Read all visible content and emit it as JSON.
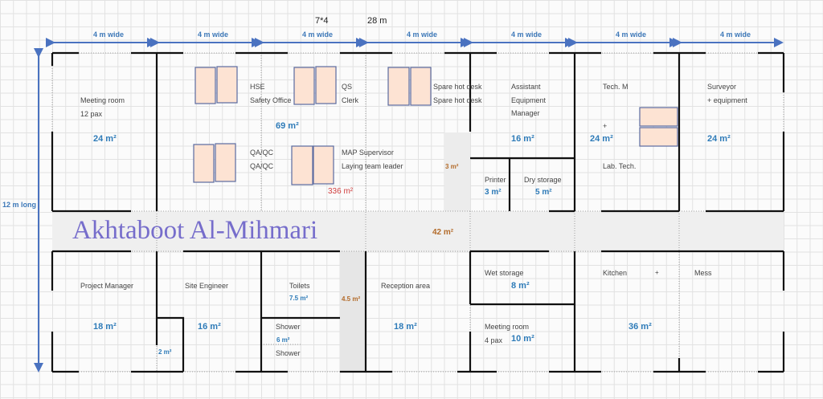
{
  "header": {
    "formula": "7*4",
    "total_length": "28 m"
  },
  "dimensions": {
    "width_labels": [
      "4 m wide",
      "4 m wide",
      "4 m wide",
      "4 m wide",
      "4 m wide",
      "4 m wide",
      "4 m wide"
    ],
    "length_label": "12 m long"
  },
  "rooms": {
    "meeting_room_12": {
      "name": "Meeting room",
      "sub": "12 pax",
      "area": "24 m²"
    },
    "open_office": {
      "area": "69 m²",
      "desks": [
        "HSE",
        "Safety Office",
        "QS",
        "Clerk",
        "QA/QC",
        "QA/QC",
        "MAP Supervisor",
        "Laying team leader",
        "Spare hot desk",
        "Spare hot desk"
      ]
    },
    "niche": {
      "area": "3 m²"
    },
    "assistant": {
      "lines": [
        "Assistant",
        "Equipment",
        "Manager"
      ],
      "area": "16 m²"
    },
    "printer": {
      "name": "Printer",
      "area": "3 m²"
    },
    "dry_storage": {
      "name": "Dry storage",
      "area": "5 m²"
    },
    "tech": {
      "line1": "Tech. M",
      "plus": "+",
      "line2": "Lab. Tech.",
      "area": "24 m²"
    },
    "surveyor": {
      "line1": "Surveyor",
      "line2": "+ equipment",
      "area": "24 m²"
    },
    "corridor": {
      "area": "42 m²"
    },
    "total": {
      "area": "336 m²"
    },
    "project_manager": {
      "name": "Project Manager",
      "area": "18 m²"
    },
    "closet": {
      "area": "2 m²"
    },
    "site_engineer": {
      "name": "Site Engineer",
      "area": "16 m²"
    },
    "toilets": {
      "name": "Toilets",
      "area": "7.5 m²"
    },
    "showers": {
      "name1": "Shower",
      "area": "6 m²",
      "name2": "Shower"
    },
    "passage": {
      "area": "4.5 m²"
    },
    "reception": {
      "name": "Reception area",
      "area": "18 m²"
    },
    "wet_storage": {
      "name": "Wet storage",
      "area": "8 m²"
    },
    "meeting_room_4": {
      "name": "Meeting room",
      "sub": "4 pax",
      "area": "10 m²"
    },
    "kitchen": {
      "name": "Kitchen",
      "plus": "+",
      "name2": "Mess",
      "area": "36 m²"
    }
  },
  "watermark": "Akhtaboot Al-Mihmari",
  "colors": {
    "wall": "#111111",
    "dimension": "#4a72c0",
    "desk_fill": "#fde3d3",
    "desk_stroke": "#5a6aa0",
    "area": "#2e7bb8",
    "area_alt": "#b36b2a"
  }
}
